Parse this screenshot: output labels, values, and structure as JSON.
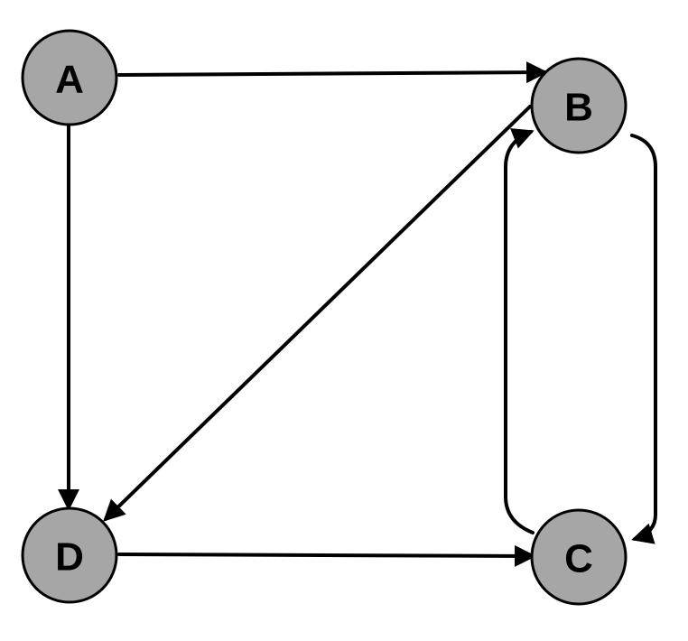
{
  "colors": {
    "node_fill": "#a6a6a6",
    "node_stroke": "#000000",
    "edge": "#000000",
    "background": "#ffffff"
  },
  "nodes": [
    {
      "id": "A",
      "label": "A"
    },
    {
      "id": "B",
      "label": "B"
    },
    {
      "id": "C",
      "label": "C"
    },
    {
      "id": "D",
      "label": "D"
    }
  ],
  "edges": [
    {
      "from": "A",
      "to": "B"
    },
    {
      "from": "A",
      "to": "D"
    },
    {
      "from": "B",
      "to": "D"
    },
    {
      "from": "B",
      "to": "C"
    },
    {
      "from": "C",
      "to": "B"
    },
    {
      "from": "D",
      "to": "C"
    }
  ]
}
